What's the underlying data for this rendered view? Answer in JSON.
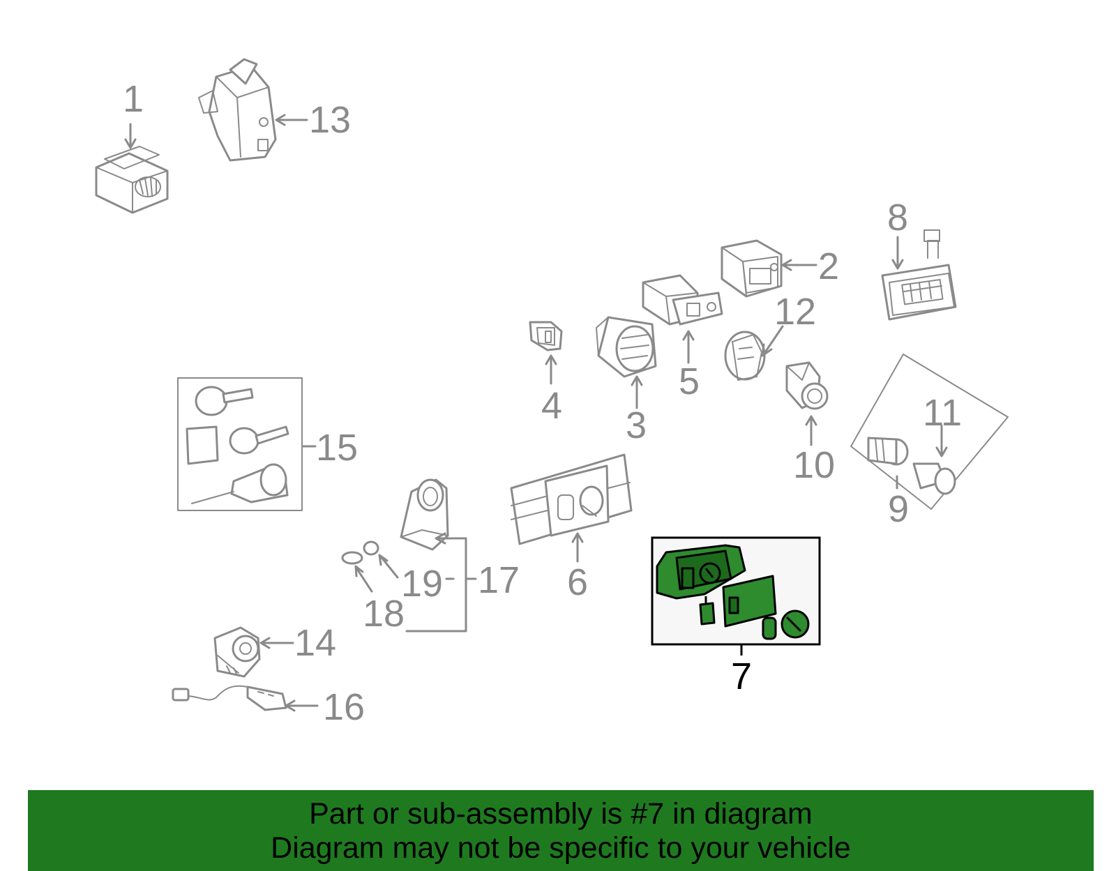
{
  "diagram": {
    "callouts": {
      "c1": "1",
      "c2": "2",
      "c3": "3",
      "c4": "4",
      "c5": "5",
      "c6": "6",
      "c7": "7",
      "c8": "8",
      "c9": "9",
      "c10": "10",
      "c11": "11",
      "c12": "12",
      "c13": "13",
      "c14": "14",
      "c15": "15",
      "c16": "16",
      "c17": "17",
      "c18": "18",
      "c19": "19"
    },
    "highlighted_part": "7",
    "highlight_color": "#2e8b2e"
  },
  "banner": {
    "line1": "Part or sub-assembly is #7 in diagram",
    "line2": "Diagram may not be specific to your vehicle",
    "background": "#1f7a1f"
  }
}
